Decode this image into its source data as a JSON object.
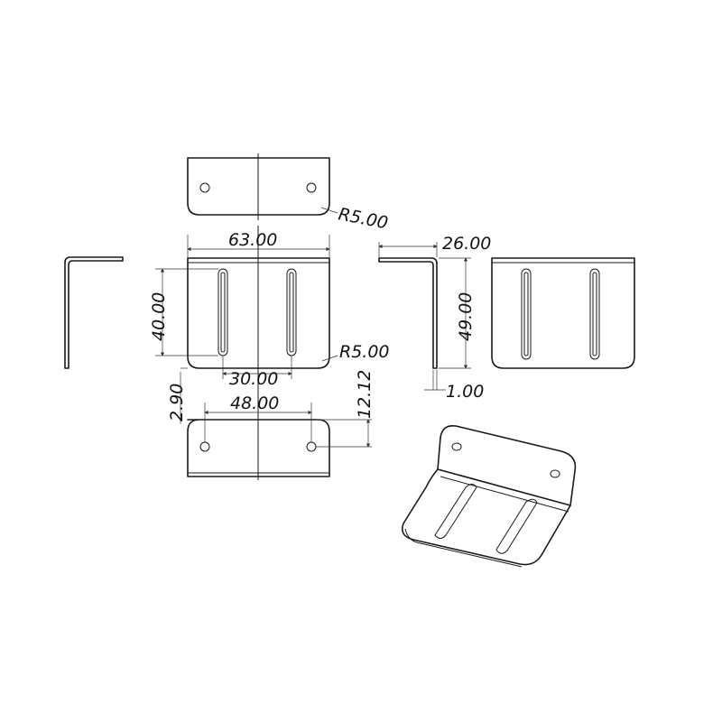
{
  "dimensions": {
    "radius_top": "R5.00",
    "width_overall": "63.00",
    "height_slot_span": "40.00",
    "radius_front": "R5.00",
    "slot_spacing": "30.00",
    "thickness_offset": "2.90",
    "hole_spacing": "48.00",
    "hole_height": "12.12",
    "flange_depth": "26.00",
    "side_height": "49.00",
    "thickness": "1.00"
  },
  "colors": {
    "line": "#1a1a1a",
    "background": "#ffffff"
  }
}
